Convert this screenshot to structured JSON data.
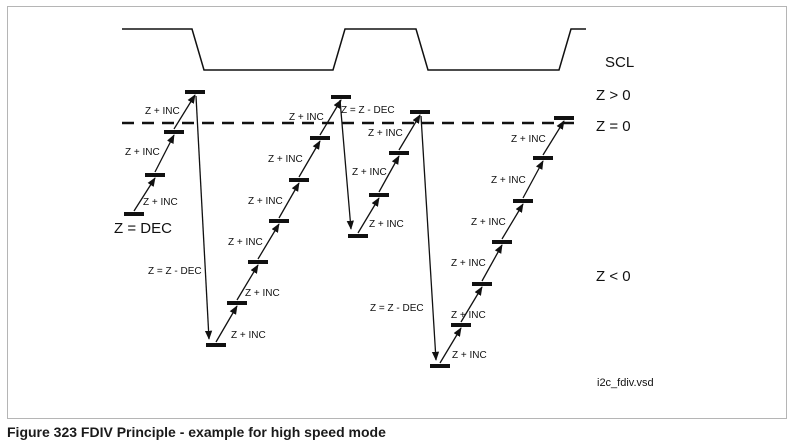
{
  "diagram": {
    "clock_label": "SCL",
    "region_labels": [
      "Z > 0",
      "Z = 0",
      "Z < 0"
    ],
    "start_label": "Z = DEC",
    "step_label": "Z + INC",
    "drop_label": "Z = Z - DEC",
    "file_label": "i2c_fdiv.vsd"
  },
  "caption": "Figure 323   FDIV Principle - example for high speed mode"
}
